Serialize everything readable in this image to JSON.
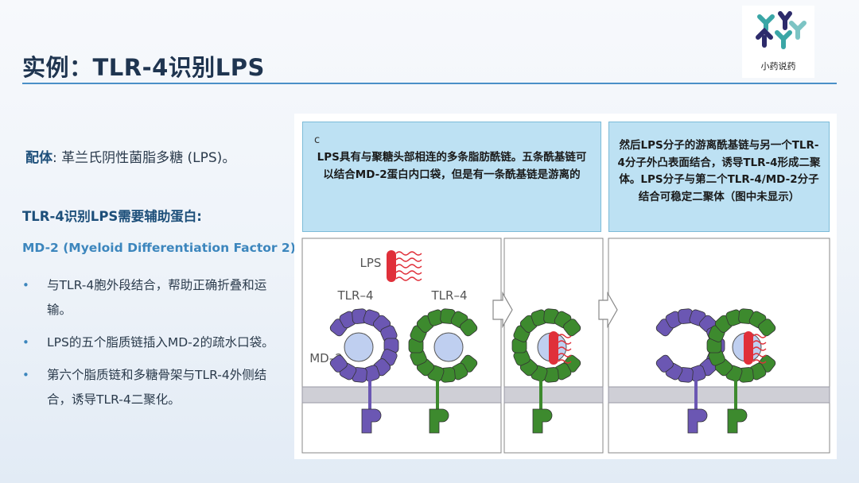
{
  "header": {
    "title": "实例：TLR-4识别LPS",
    "logo_text": "小药说药"
  },
  "left": {
    "ligand_label": "配体",
    "ligand_text": ": 革兰氏阴性菌脂多糖 (LPS)。",
    "need_heading": "TLR-4识别LPS需要辅助蛋白:",
    "md2_heading": "MD-2 (Myeloid Differentiation Factor 2)",
    "bullets": [
      "与TLR-4胞外段结合，帮助正确折叠和运输。",
      "LPS的五个脂质链插入MD-2的疏水口袋。",
      "第六个脂质链和多糖骨架与TLR-4外侧结合，诱导TLR-4二聚化。"
    ]
  },
  "figure": {
    "panel_letter": "c",
    "caption_left": "LPS具有与聚糖头部相连的多条脂肪酰链。五条酰基链可以结合MD-2蛋白内口袋，但是有一条酰基链是游离的",
    "caption_right": "然后LPS分子的游离酰基链与另一个TLR-4分子外凸表面结合，诱导TLR-4形成二聚体。LPS分子与第二个TLR-4/MD-2分子结合可稳定二聚体（图中未显示）",
    "labels": {
      "lps": "LPS",
      "tlr4_a": "TLR–4",
      "tlr4_b": "TLR–4",
      "md2": "MD–2"
    },
    "colors": {
      "tlr4_purple": "#6b57b3",
      "tlr4_green": "#3d8a2e",
      "md2_fill": "#bfcff0",
      "lps_red": "#e0303a",
      "membrane": "#cfcfd6"
    }
  }
}
